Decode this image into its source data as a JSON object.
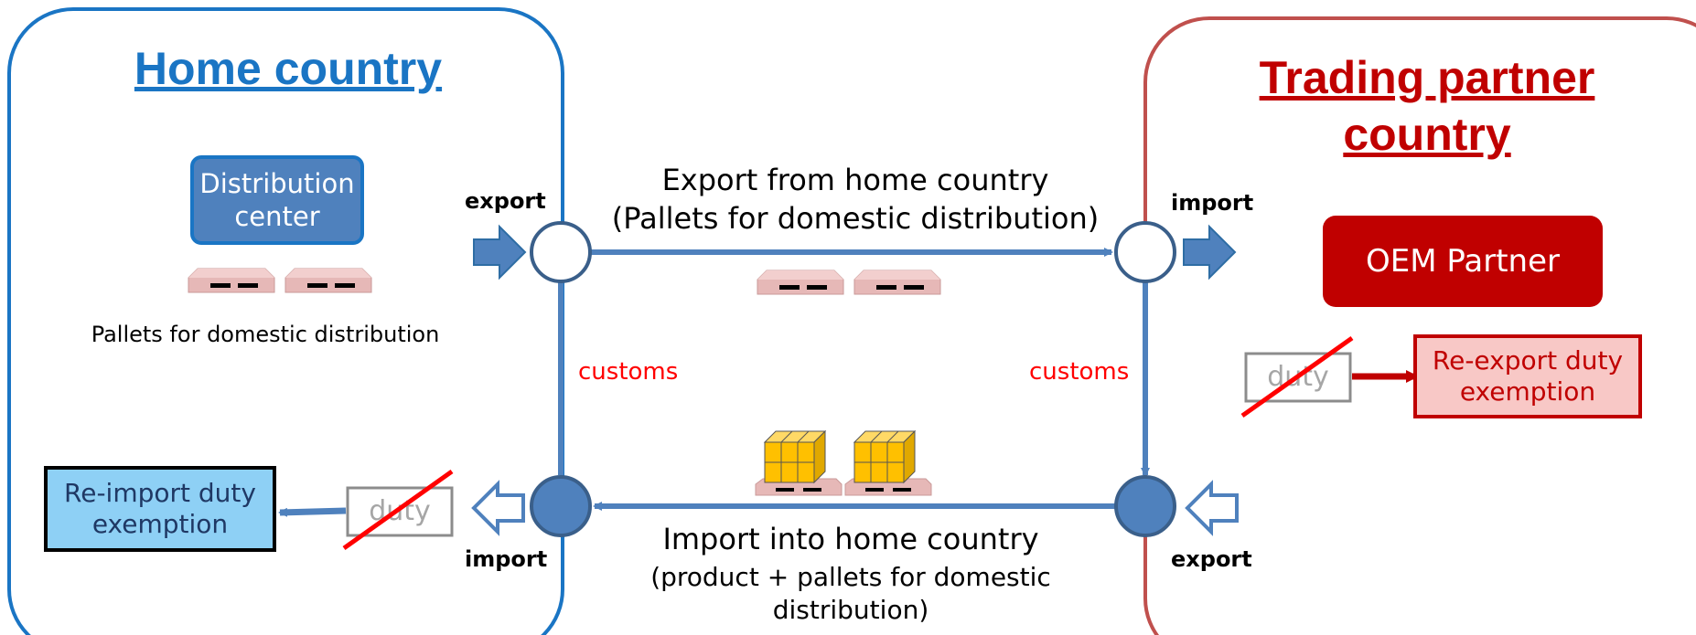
{
  "home": {
    "title": "Home country",
    "distribution_center": "Distribution center",
    "pallets_caption": "Pallets for domestic distribution",
    "reimport_box": "Re-import duty exemption"
  },
  "partner": {
    "title": "Trading partner country",
    "oem_partner": "OEM Partner",
    "reexport_box": "Re-export duty exemption"
  },
  "flow_top": {
    "export_label": "export",
    "import_label": "import",
    "line1": "Export from home country",
    "line2": "(Pallets for domestic distribution)"
  },
  "flow_bottom": {
    "export_label": "export",
    "import_label": "import",
    "line1": "Import into home country",
    "line2": "(product + pallets for domestic distribution)"
  },
  "customs_left": "customs",
  "customs_right": "customs",
  "duty_left": "duty",
  "duty_right": "duty",
  "colors": {
    "home_border": "#1a75c4",
    "partner_border": "#c0504d",
    "flow": "#4f81bd",
    "oem": "#c00000",
    "customs": "#ff0000",
    "pallet": "#e6b8b7",
    "product": "#ffc000"
  }
}
